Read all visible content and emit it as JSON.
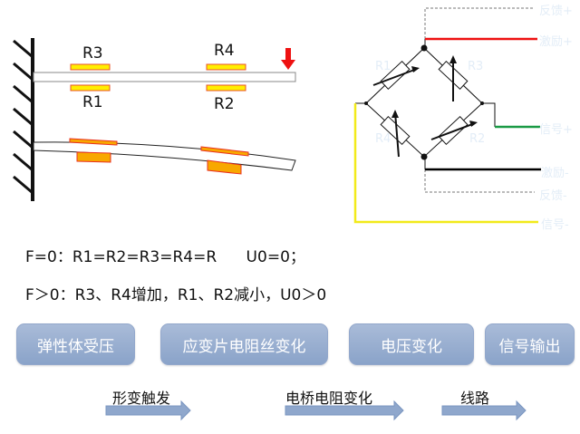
{
  "beam": {
    "labels": [
      "R3",
      "R1",
      "R4",
      "R2"
    ],
    "colors": {
      "gauge": "#ffee00",
      "gauge_border": "#e8502a",
      "bent_gauge": "#f8a800",
      "force_arrow": "#ee1111"
    }
  },
  "bridge": {
    "resistors": [
      "R1",
      "R3",
      "R4",
      "R2"
    ],
    "terminals": [
      "反馈+",
      "激励+",
      "信号+",
      "激励-",
      "反馈-",
      "信号-"
    ],
    "colors": {
      "excite_pos": "#ee1111",
      "signal_pos": "#1a9a45",
      "excite_neg": "#000000",
      "signal_neg": "#f2ea1a"
    }
  },
  "equations": {
    "line1": "F=0：R1=R2=R3=R4=R      U0=0；",
    "line2": "F＞0：R3、R4增加，R1、R2减小，U0＞0"
  },
  "flow": {
    "steps": [
      "弹性体受压",
      "应变片电阻丝变化",
      "电压变化",
      "信号输出"
    ],
    "transitions": [
      "形变触发",
      "电桥电阻变化",
      "线路"
    ]
  }
}
